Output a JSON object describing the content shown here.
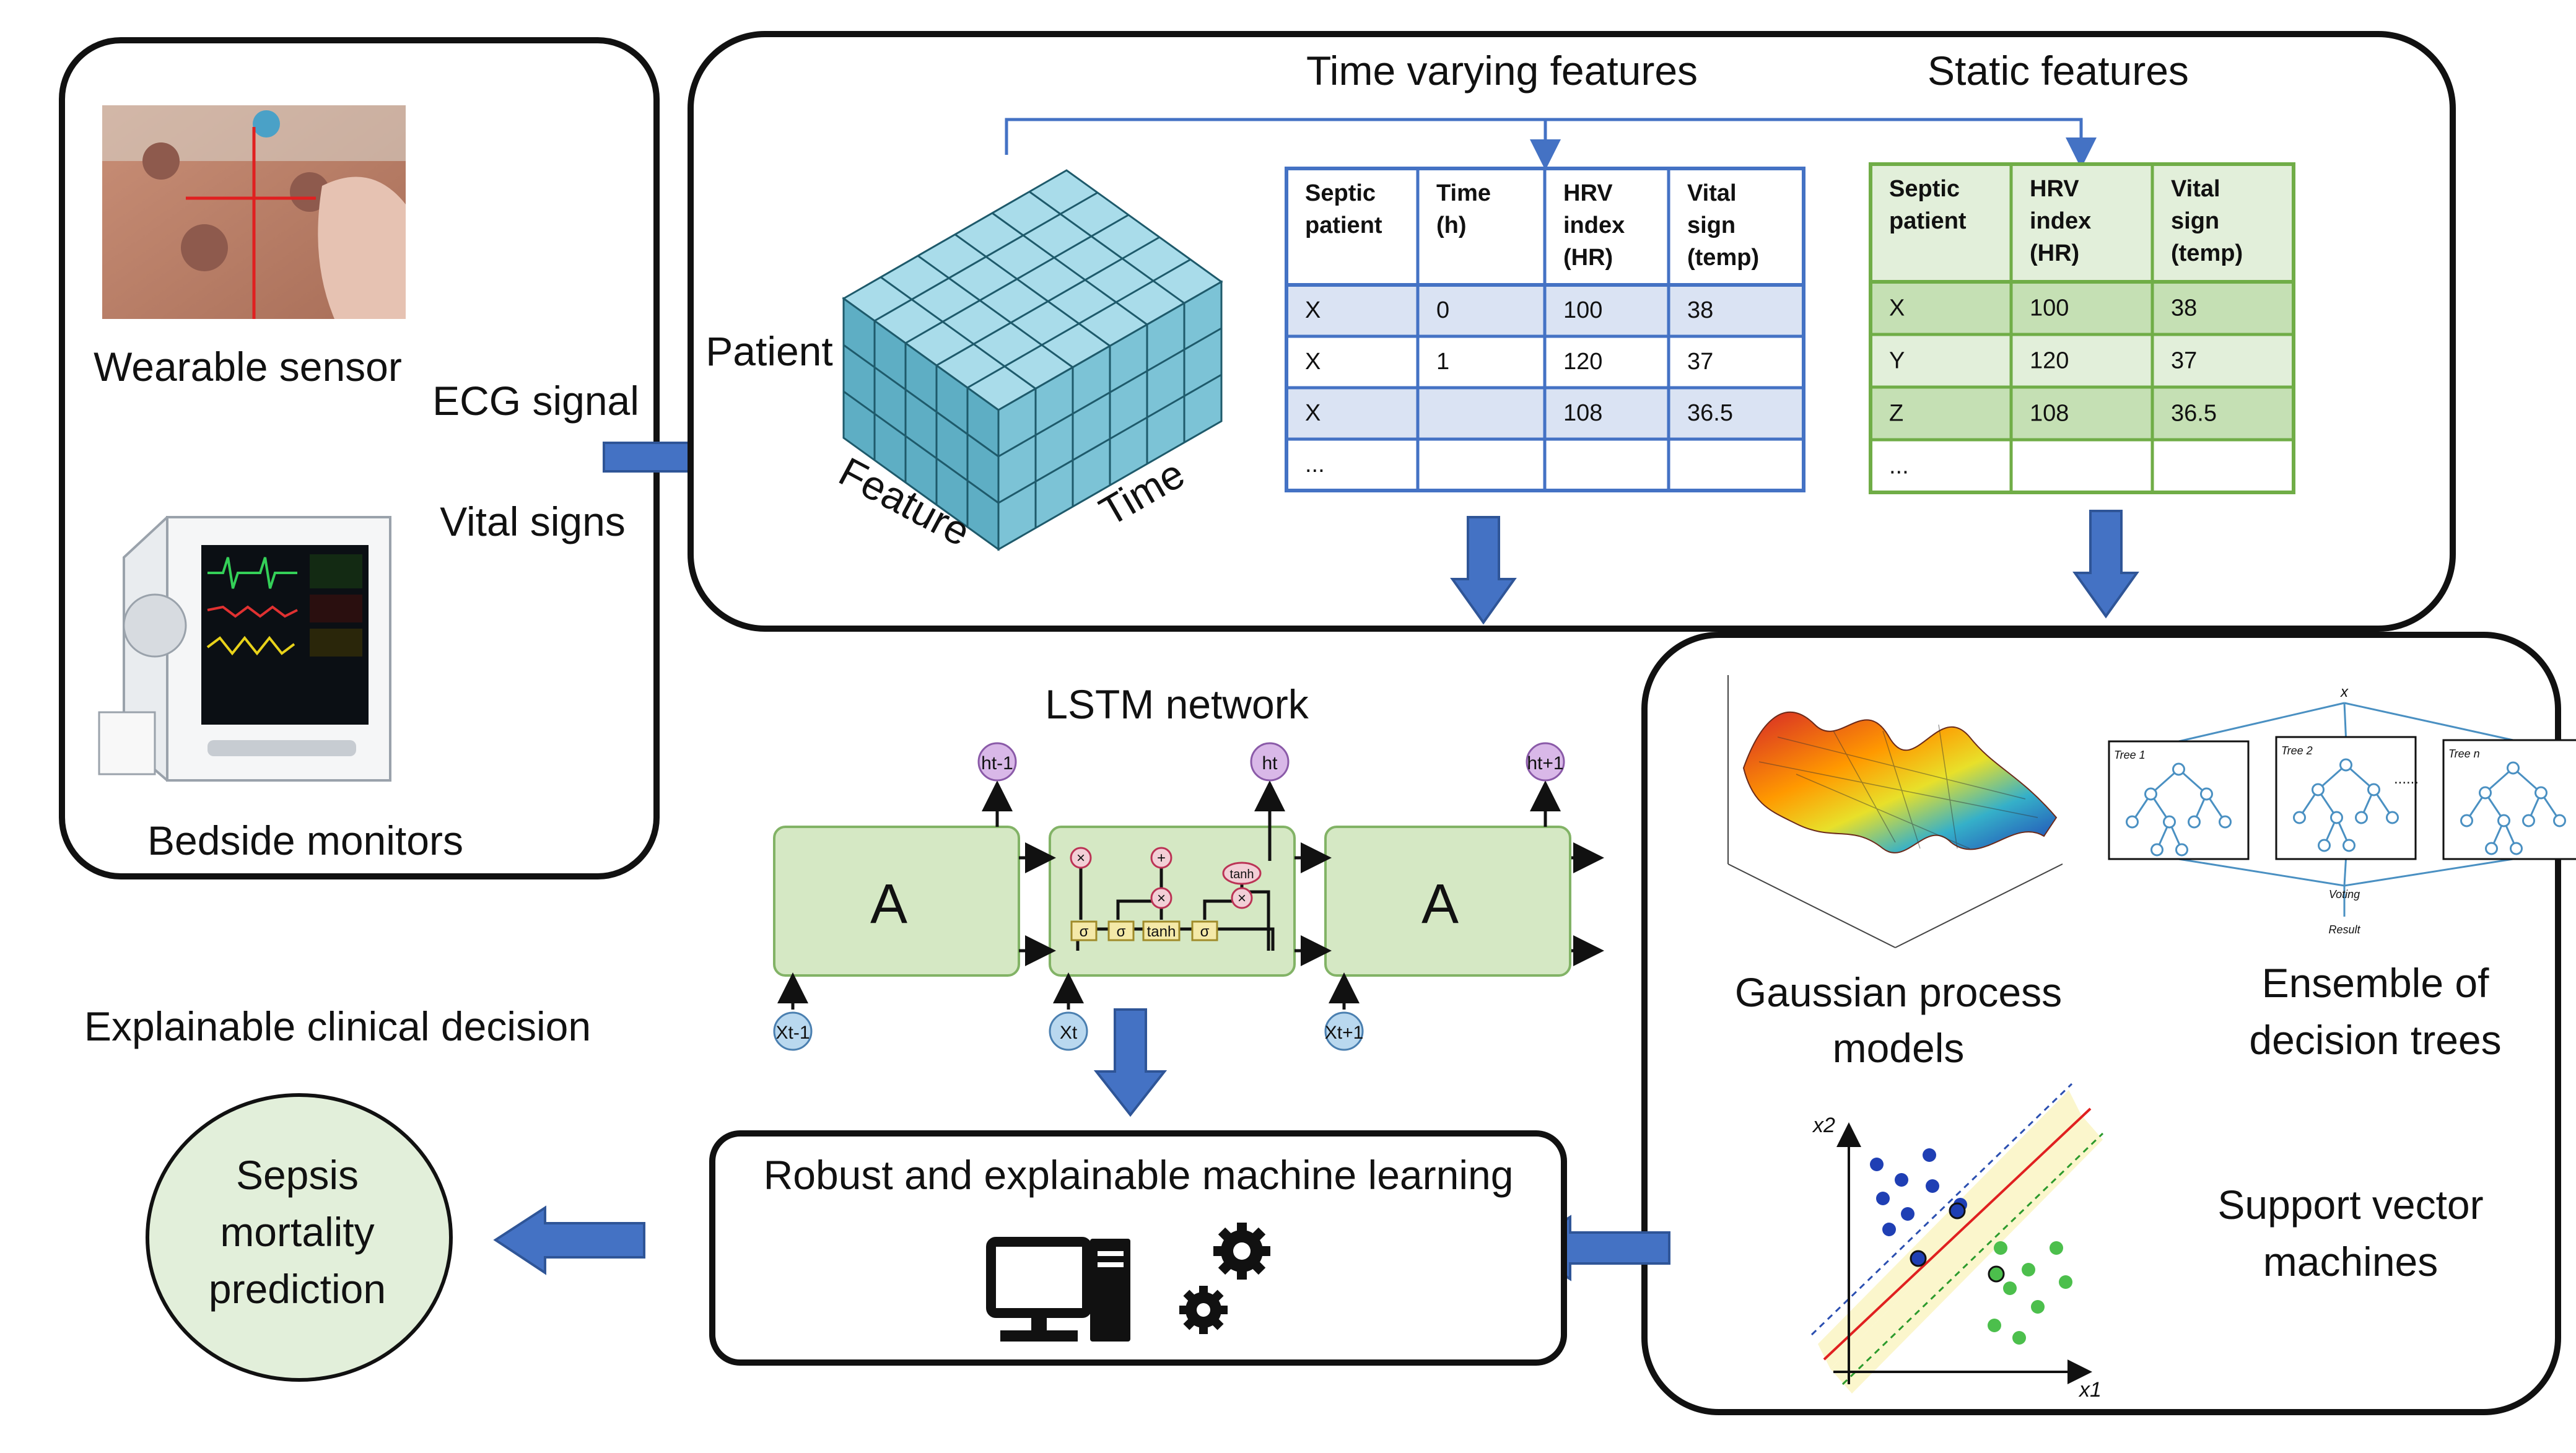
{
  "sources": {
    "wearable_label": "Wearable sensor",
    "monitor_label": "Bedside monitors",
    "ecg_label": "ECG signal",
    "vital_label": "Vital signs"
  },
  "features": {
    "time_varying_title": "Time varying features",
    "static_title": "Static features",
    "cube": {
      "patient": "Patient",
      "feature": "Feature",
      "time": "Time"
    }
  },
  "time_varying_table": {
    "headers": [
      [
        "Septic",
        "patient"
      ],
      [
        "Time",
        "(h)"
      ],
      [
        "HRV",
        "index",
        "(HR)"
      ],
      [
        "Vital",
        "sign",
        "(temp)"
      ]
    ],
    "rows": [
      [
        "X",
        "0",
        "100",
        "38"
      ],
      [
        "X",
        "1",
        "120",
        "37"
      ],
      [
        "X",
        "",
        "108",
        "36.5"
      ],
      [
        "...",
        "",
        "",
        ""
      ]
    ]
  },
  "static_table": {
    "headers": [
      [
        "Septic",
        "patient"
      ],
      [
        "HRV",
        "index",
        "(HR)"
      ],
      [
        "Vital",
        "sign",
        "(temp)"
      ]
    ],
    "rows": [
      [
        "X",
        "100",
        "38"
      ],
      [
        "Y",
        "120",
        "37"
      ],
      [
        "Z",
        "108",
        "36.5"
      ],
      [
        "...",
        "",
        ""
      ]
    ]
  },
  "lstm": {
    "title": "LSTM network",
    "cell_letter": "A",
    "h_labels": [
      "ht-1",
      "ht",
      "ht+1"
    ],
    "x_labels": [
      "Xt-1",
      "Xt",
      "Xt+1"
    ],
    "gates": [
      "σ",
      "σ",
      "tanh",
      "σ"
    ],
    "ops": [
      "×",
      "+",
      "×",
      "×",
      "tanh"
    ]
  },
  "models": {
    "gaussian_label_1": "Gaussian process",
    "gaussian_label_2": "models",
    "ensemble_label_1": "Ensemble of",
    "ensemble_label_2": "decision trees",
    "svm_label_1": "Support vector",
    "svm_label_2": "machines",
    "trees": [
      "Tree 1",
      "Tree 2",
      "Tree n"
    ],
    "tree_dots": "......",
    "tree_x": "x",
    "voting": "Voting",
    "result": "Result",
    "svm_axes": [
      "x2",
      "x1"
    ]
  },
  "ml": {
    "title": "Robust and explainable machine learning"
  },
  "decision": {
    "label": "Explainable clinical decision"
  },
  "outcome": {
    "line1": "Sepsis",
    "line2": "mortality",
    "line3": "prediction"
  },
  "colors": {
    "arrow": "#4472c4",
    "cube_face": "#9fd3e0",
    "table_blue": "#4472c4",
    "table_green": "#70ad47",
    "lstm_fill": "#d5e8c4",
    "outcome_fill": "#e2efda"
  }
}
